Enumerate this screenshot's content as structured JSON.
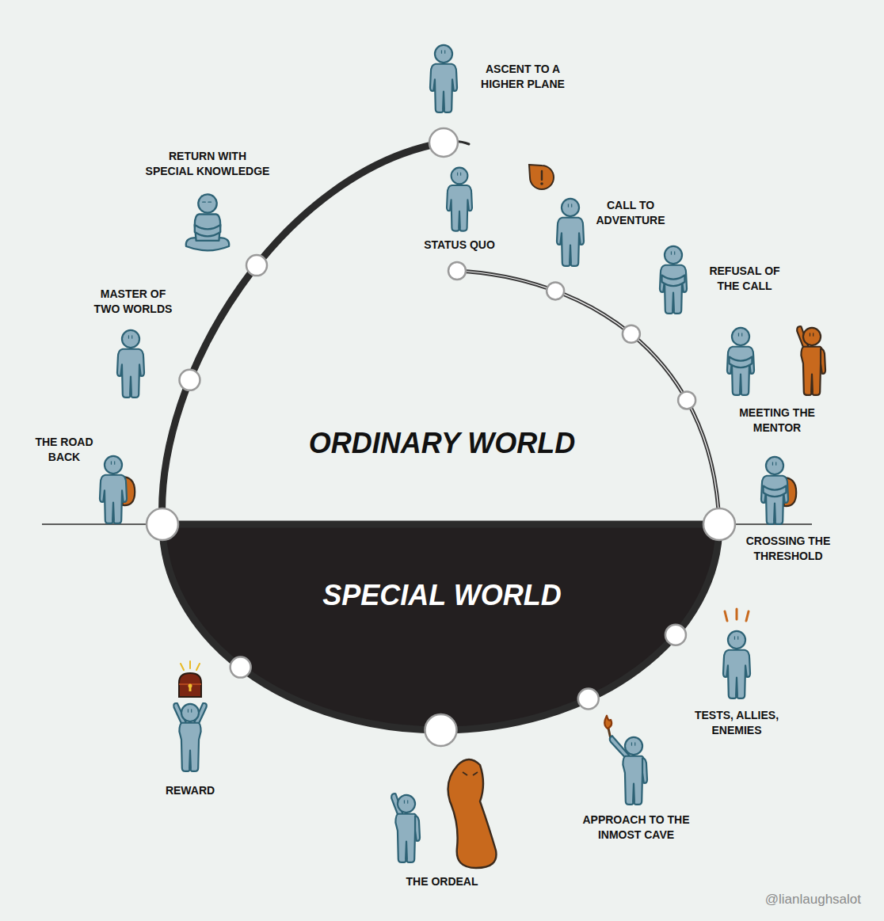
{
  "diagram": {
    "nodes": [
      {
        "text": [
          "ORDINARY WORLD"
        ]
      },
      {
        "text": [
          "SPECIAL WORLD"
        ]
      }
    ],
    "labels": [
      "ASCENT TO A HIGHER PLANE",
      "RETURN WITH SPECIAL KNOWLEDGE",
      "STATUS QUO",
      "CALL TO ADVENTURE",
      "REFUSAL OF THE CALL",
      "MASTER OF TWO WORLDS",
      "MEETING THE MENTOR",
      "THE ROAD BACK",
      "CROSSING THE THRESHOLD",
      "TESTS, ALLIES, ENEMIES",
      "REWARD",
      "APPROACH TO THE INMOST CAVE",
      "THE ORDEAL",
      "@lianlaughsalot"
    ]
  }
}
